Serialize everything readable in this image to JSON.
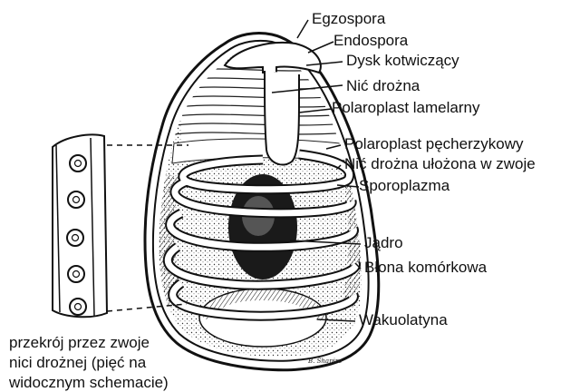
{
  "labels": {
    "egzospora": "Egzospora",
    "endospora": "Endospora",
    "dysk": "Dysk kotwiczący",
    "nic_drozna": "Nić drożna",
    "polaroplast_lamelarny": "Polaroplast lamelarny",
    "polaroplast_pecherzykowy": "Polaroplast pęcherzykowy",
    "nic_w_zwoje": "Nić drożna ułożona w zwoje",
    "sporoplazma": "Sporoplazma",
    "jadro": "Jądro",
    "blona": "Błona komórkowa",
    "wakuola": "Wakuolatyna"
  },
  "caption": {
    "line1": "przekrój przez zwoje",
    "line2": "nici drożnej (pięć na",
    "line3": "widocznym schemacie)"
  },
  "signature": "B. Shapiro"
}
